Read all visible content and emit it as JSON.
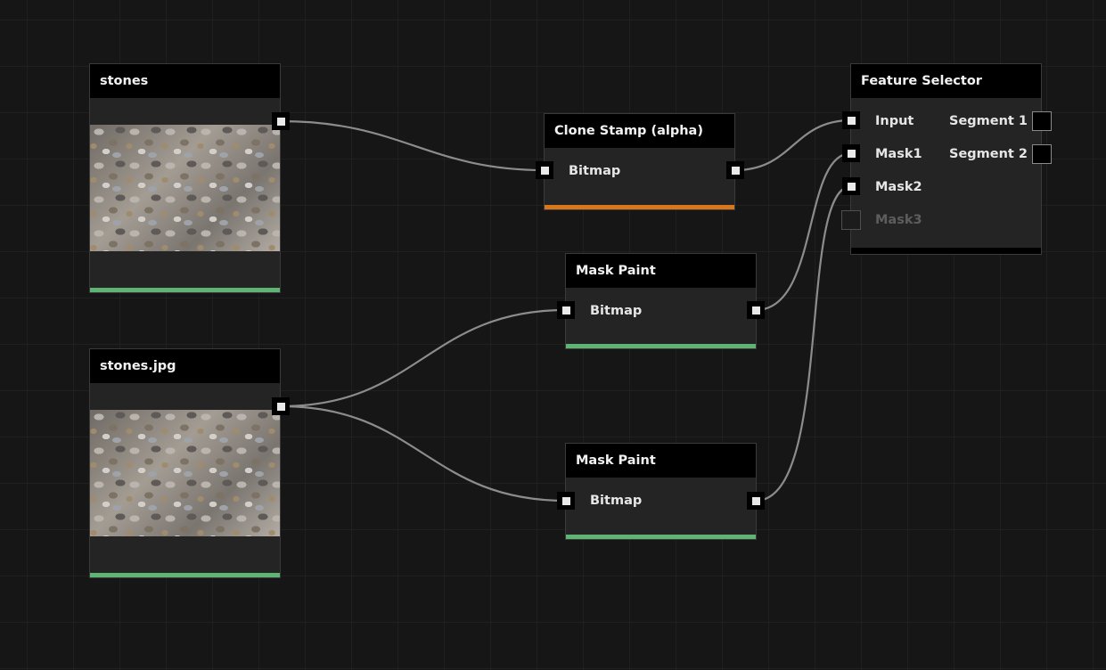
{
  "canvas": {
    "grid_color": "#202020",
    "background": "#161616",
    "wire_color": "#8c8c8c"
  },
  "nodes": {
    "stones": {
      "title": "stones",
      "status_color": "#5fb374",
      "preview": "stones-texture"
    },
    "stones_jpg": {
      "title": "stones.jpg",
      "status_color": "#5fb374",
      "preview": "stones-texture"
    },
    "clone_stamp": {
      "title": "Clone Stamp (alpha)",
      "input_label": "Bitmap",
      "status_color": "#d9761c"
    },
    "mask_paint_1": {
      "title": "Mask Paint",
      "input_label": "Bitmap",
      "status_color": "#5fb374"
    },
    "mask_paint_2": {
      "title": "Mask Paint",
      "input_label": "Bitmap",
      "status_color": "#5fb374"
    },
    "feature_selector": {
      "title": "Feature Selector",
      "inputs": [
        "Input",
        "Mask1",
        "Mask2",
        "Mask3"
      ],
      "outputs": [
        "Segment 1",
        "Segment 2"
      ],
      "status_color": "#000000"
    }
  }
}
